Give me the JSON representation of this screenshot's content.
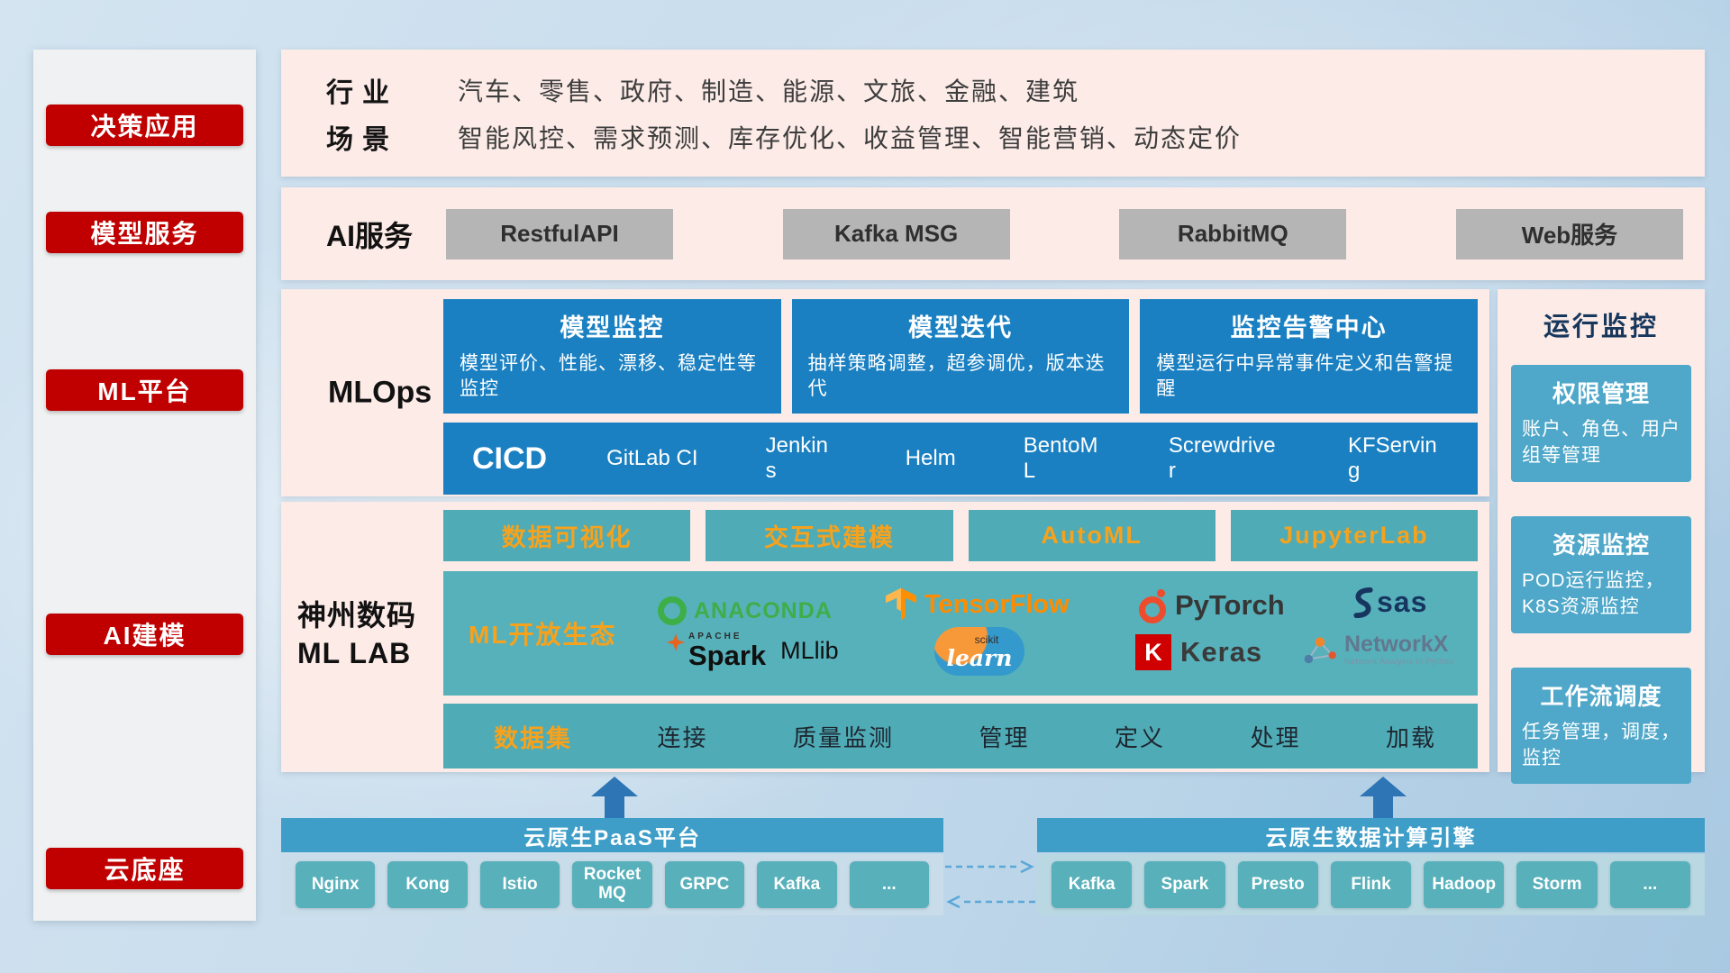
{
  "sidebar": {
    "items": [
      {
        "label": "决策应用"
      },
      {
        "label": "模型服务"
      },
      {
        "label": "ML平台"
      },
      {
        "label": "AI建模"
      },
      {
        "label": "云底座"
      }
    ]
  },
  "applications": {
    "industry_label": "行业",
    "industry_text": "汽车、零售、政府、制造、能源、文旅、金融、建筑",
    "scene_label": "场景",
    "scene_text": "智能风控、需求预测、库存优化、收益管理、智能营销、动态定价"
  },
  "ai_service": {
    "label": "AI服务",
    "buttons": [
      {
        "label": "RestfulAPI"
      },
      {
        "label": "Kafka MSG"
      },
      {
        "label": "RabbitMQ"
      },
      {
        "label": "Web服务"
      }
    ]
  },
  "mlops": {
    "label": "MLOps",
    "cards": [
      {
        "title": "模型监控",
        "desc": "模型评价、性能、漂移、稳定性等监控"
      },
      {
        "title": "模型迭代",
        "desc": "抽样策略调整，超参调优，版本迭代"
      },
      {
        "title": "监控告警中心",
        "desc": "模型运行中异常事件定义和告警提醒"
      }
    ],
    "cicd_label": "CICD",
    "cicd_items": [
      {
        "label": "GitLab CI"
      },
      {
        "label": "Jenkins"
      },
      {
        "label": "Helm"
      },
      {
        "label": "BentoML"
      },
      {
        "label": "Screwdriver"
      },
      {
        "label": "KFServing"
      }
    ]
  },
  "monitoring": {
    "title": "运行监控",
    "cards": [
      {
        "title": "权限管理",
        "desc": "账户、角色、用户组等管理"
      },
      {
        "title": "资源监控",
        "desc": "POD运行监控，K8S资源监控"
      },
      {
        "title": "工作流调度",
        "desc": "任务管理，调度，监控"
      }
    ]
  },
  "mllab": {
    "label_line1": "神州数码",
    "label_line2": "ML LAB",
    "tools": [
      {
        "label": "数据可视化"
      },
      {
        "label": "交互式建模"
      },
      {
        "label": "AutoML"
      },
      {
        "label": "JupyterLab"
      }
    ],
    "ecosystem": {
      "label": "ML开放生态",
      "logos": {
        "anaconda": {
          "text": "ANACONDA"
        },
        "tensorflow": {
          "text": "TensorFlow"
        },
        "pytorch": {
          "text": "PyTorch"
        },
        "sas": {
          "text": "sas"
        },
        "spark": {
          "apache": "APACHE",
          "name": "Spark",
          "lib": "MLlib"
        },
        "sklearn": {
          "top": "scikit",
          "text": "learn"
        },
        "keras": {
          "initial": "K",
          "text": "Keras"
        },
        "networkx": {
          "text": "NetworkX",
          "tagline": "Network Analysis in Python"
        }
      }
    },
    "dataset": {
      "label": "数据集",
      "items": [
        {
          "label": "连接"
        },
        {
          "label": "质量监测"
        },
        {
          "label": "管理"
        },
        {
          "label": "定义"
        },
        {
          "label": "处理"
        },
        {
          "label": "加载"
        }
      ]
    }
  },
  "foundation": {
    "paas": {
      "title": "云原生PaaS平台",
      "items": [
        {
          "label": "Nginx"
        },
        {
          "label": "Kong"
        },
        {
          "label": "Istio"
        },
        {
          "label": "RocketMQ"
        },
        {
          "label": "GRPC"
        },
        {
          "label": "Kafka"
        },
        {
          "label": "..."
        }
      ]
    },
    "engine": {
      "title": "云原生数据计算引擎",
      "items": [
        {
          "label": "Kafka"
        },
        {
          "label": "Spark"
        },
        {
          "label": "Presto"
        },
        {
          "label": "Flink"
        },
        {
          "label": "Hadoop"
        },
        {
          "label": "Storm"
        },
        {
          "label": "..."
        }
      ]
    }
  },
  "colors": {
    "badge_red": "#c00000",
    "panel_pink": "#fcebe7",
    "mlops_blue": "#1a80c2",
    "teal": "#4fabb5",
    "monitor_card_blue": "#4fa7c9",
    "accent_orange": "#f6a21d",
    "gray_button": "#b5b5b5",
    "arrow_blue": "#2e75b6"
  }
}
